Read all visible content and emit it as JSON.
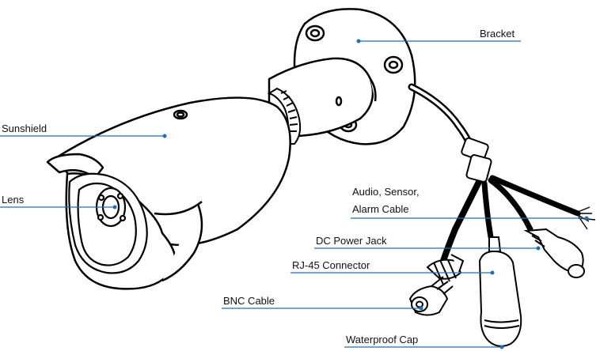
{
  "labels": {
    "bracket": "Bracket",
    "sunshield": "Sunshield",
    "lens": "Lens",
    "audio_line1": "Audio, Sensor,",
    "audio_line2": "Alarm Cable",
    "dc_power": "DC Power Jack",
    "rj45": "RJ-45 Connector",
    "bnc": "BNC Cable",
    "waterproof": "Waterproof Cap"
  },
  "colors": {
    "outline": "#000000",
    "leader_line": "#1f6fb5",
    "leader_dot": "#1f6fb5",
    "text": "#111111",
    "background": "#ffffff"
  }
}
